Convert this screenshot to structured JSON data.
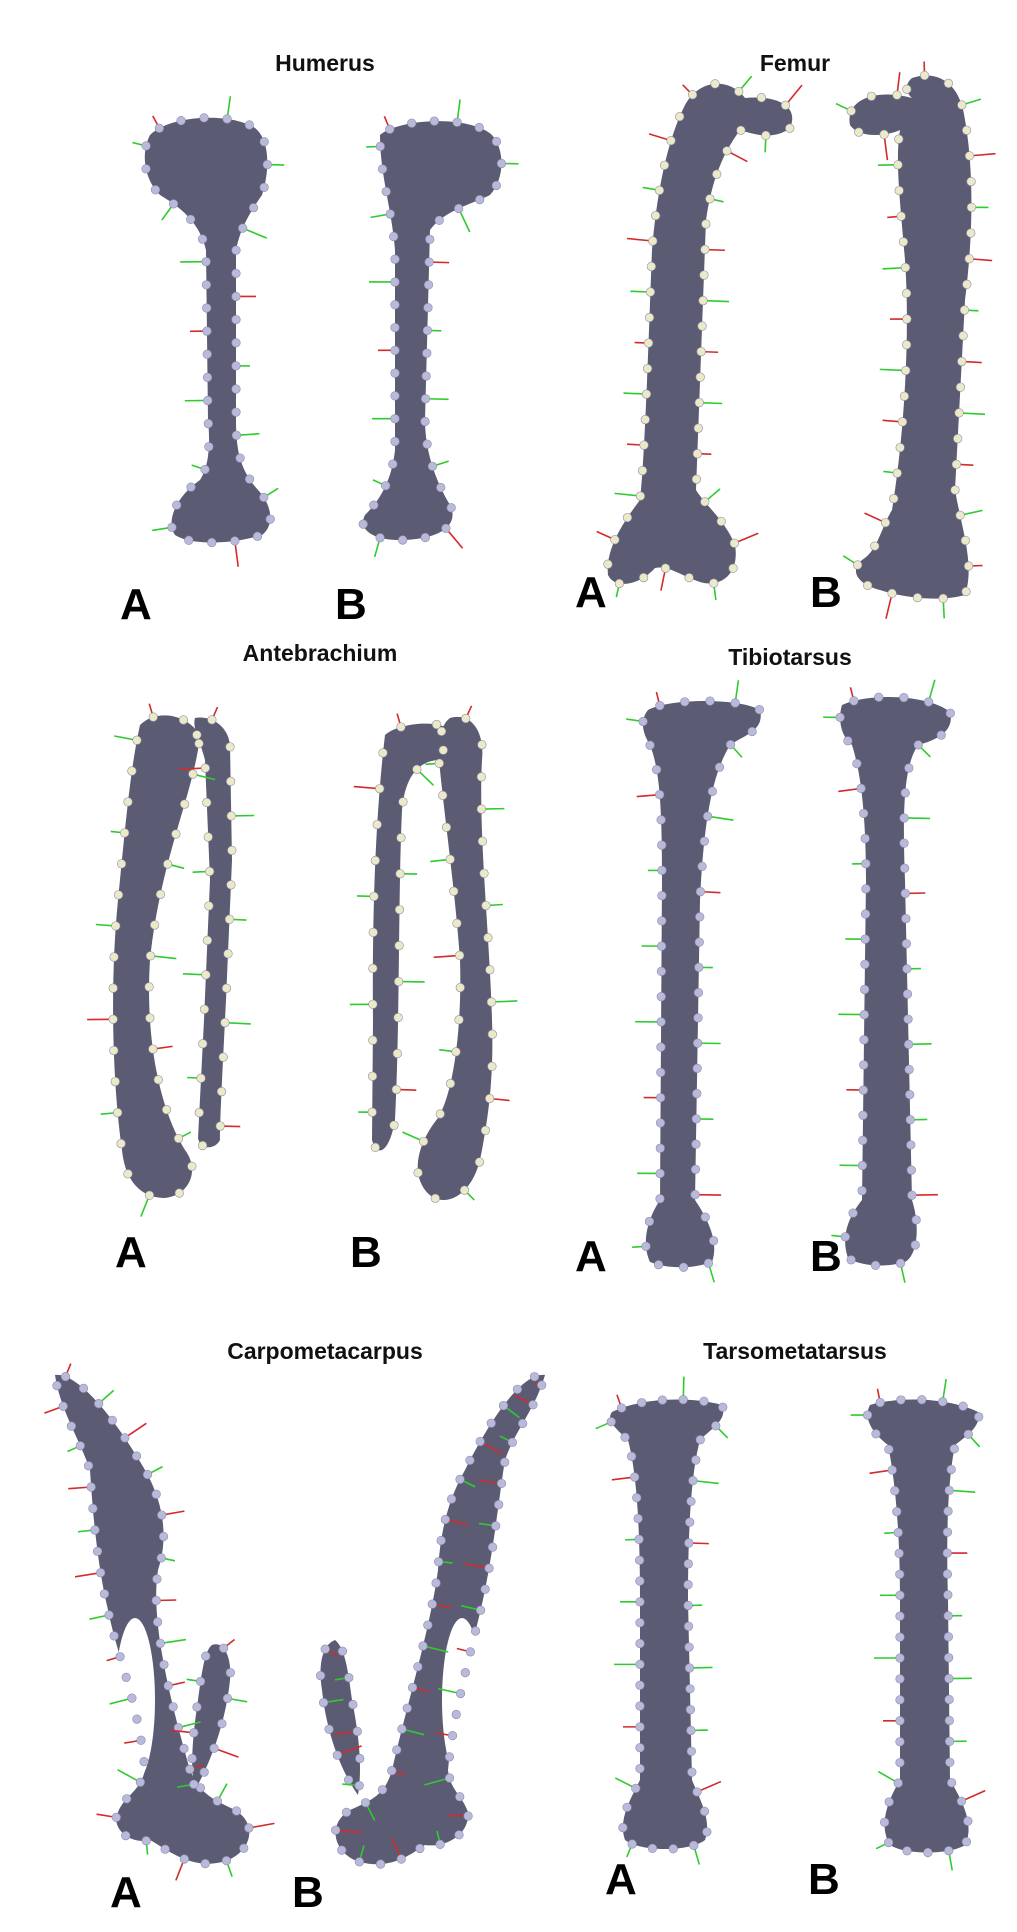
{
  "colors": {
    "bone": "#5b5b73",
    "landmark_lavender": "#b9b9dc",
    "landmark_cream": "#ece9c8",
    "vector_green": "#2ecc2e",
    "vector_red": "#d42a2a"
  },
  "panels": [
    {
      "title": "Humerus",
      "views": [
        "A",
        "B"
      ]
    },
    {
      "title": "Femur",
      "views": [
        "A",
        "B"
      ]
    },
    {
      "title": "Antebrachium",
      "views": [
        "A",
        "B"
      ]
    },
    {
      "title": "Tibiotarsus",
      "views": [
        "A",
        "B"
      ]
    },
    {
      "title": "Carpometacarpus",
      "views": [
        "A",
        "B"
      ]
    },
    {
      "title": "Tarsometatarsus",
      "views": [
        "A",
        "B"
      ]
    }
  ]
}
